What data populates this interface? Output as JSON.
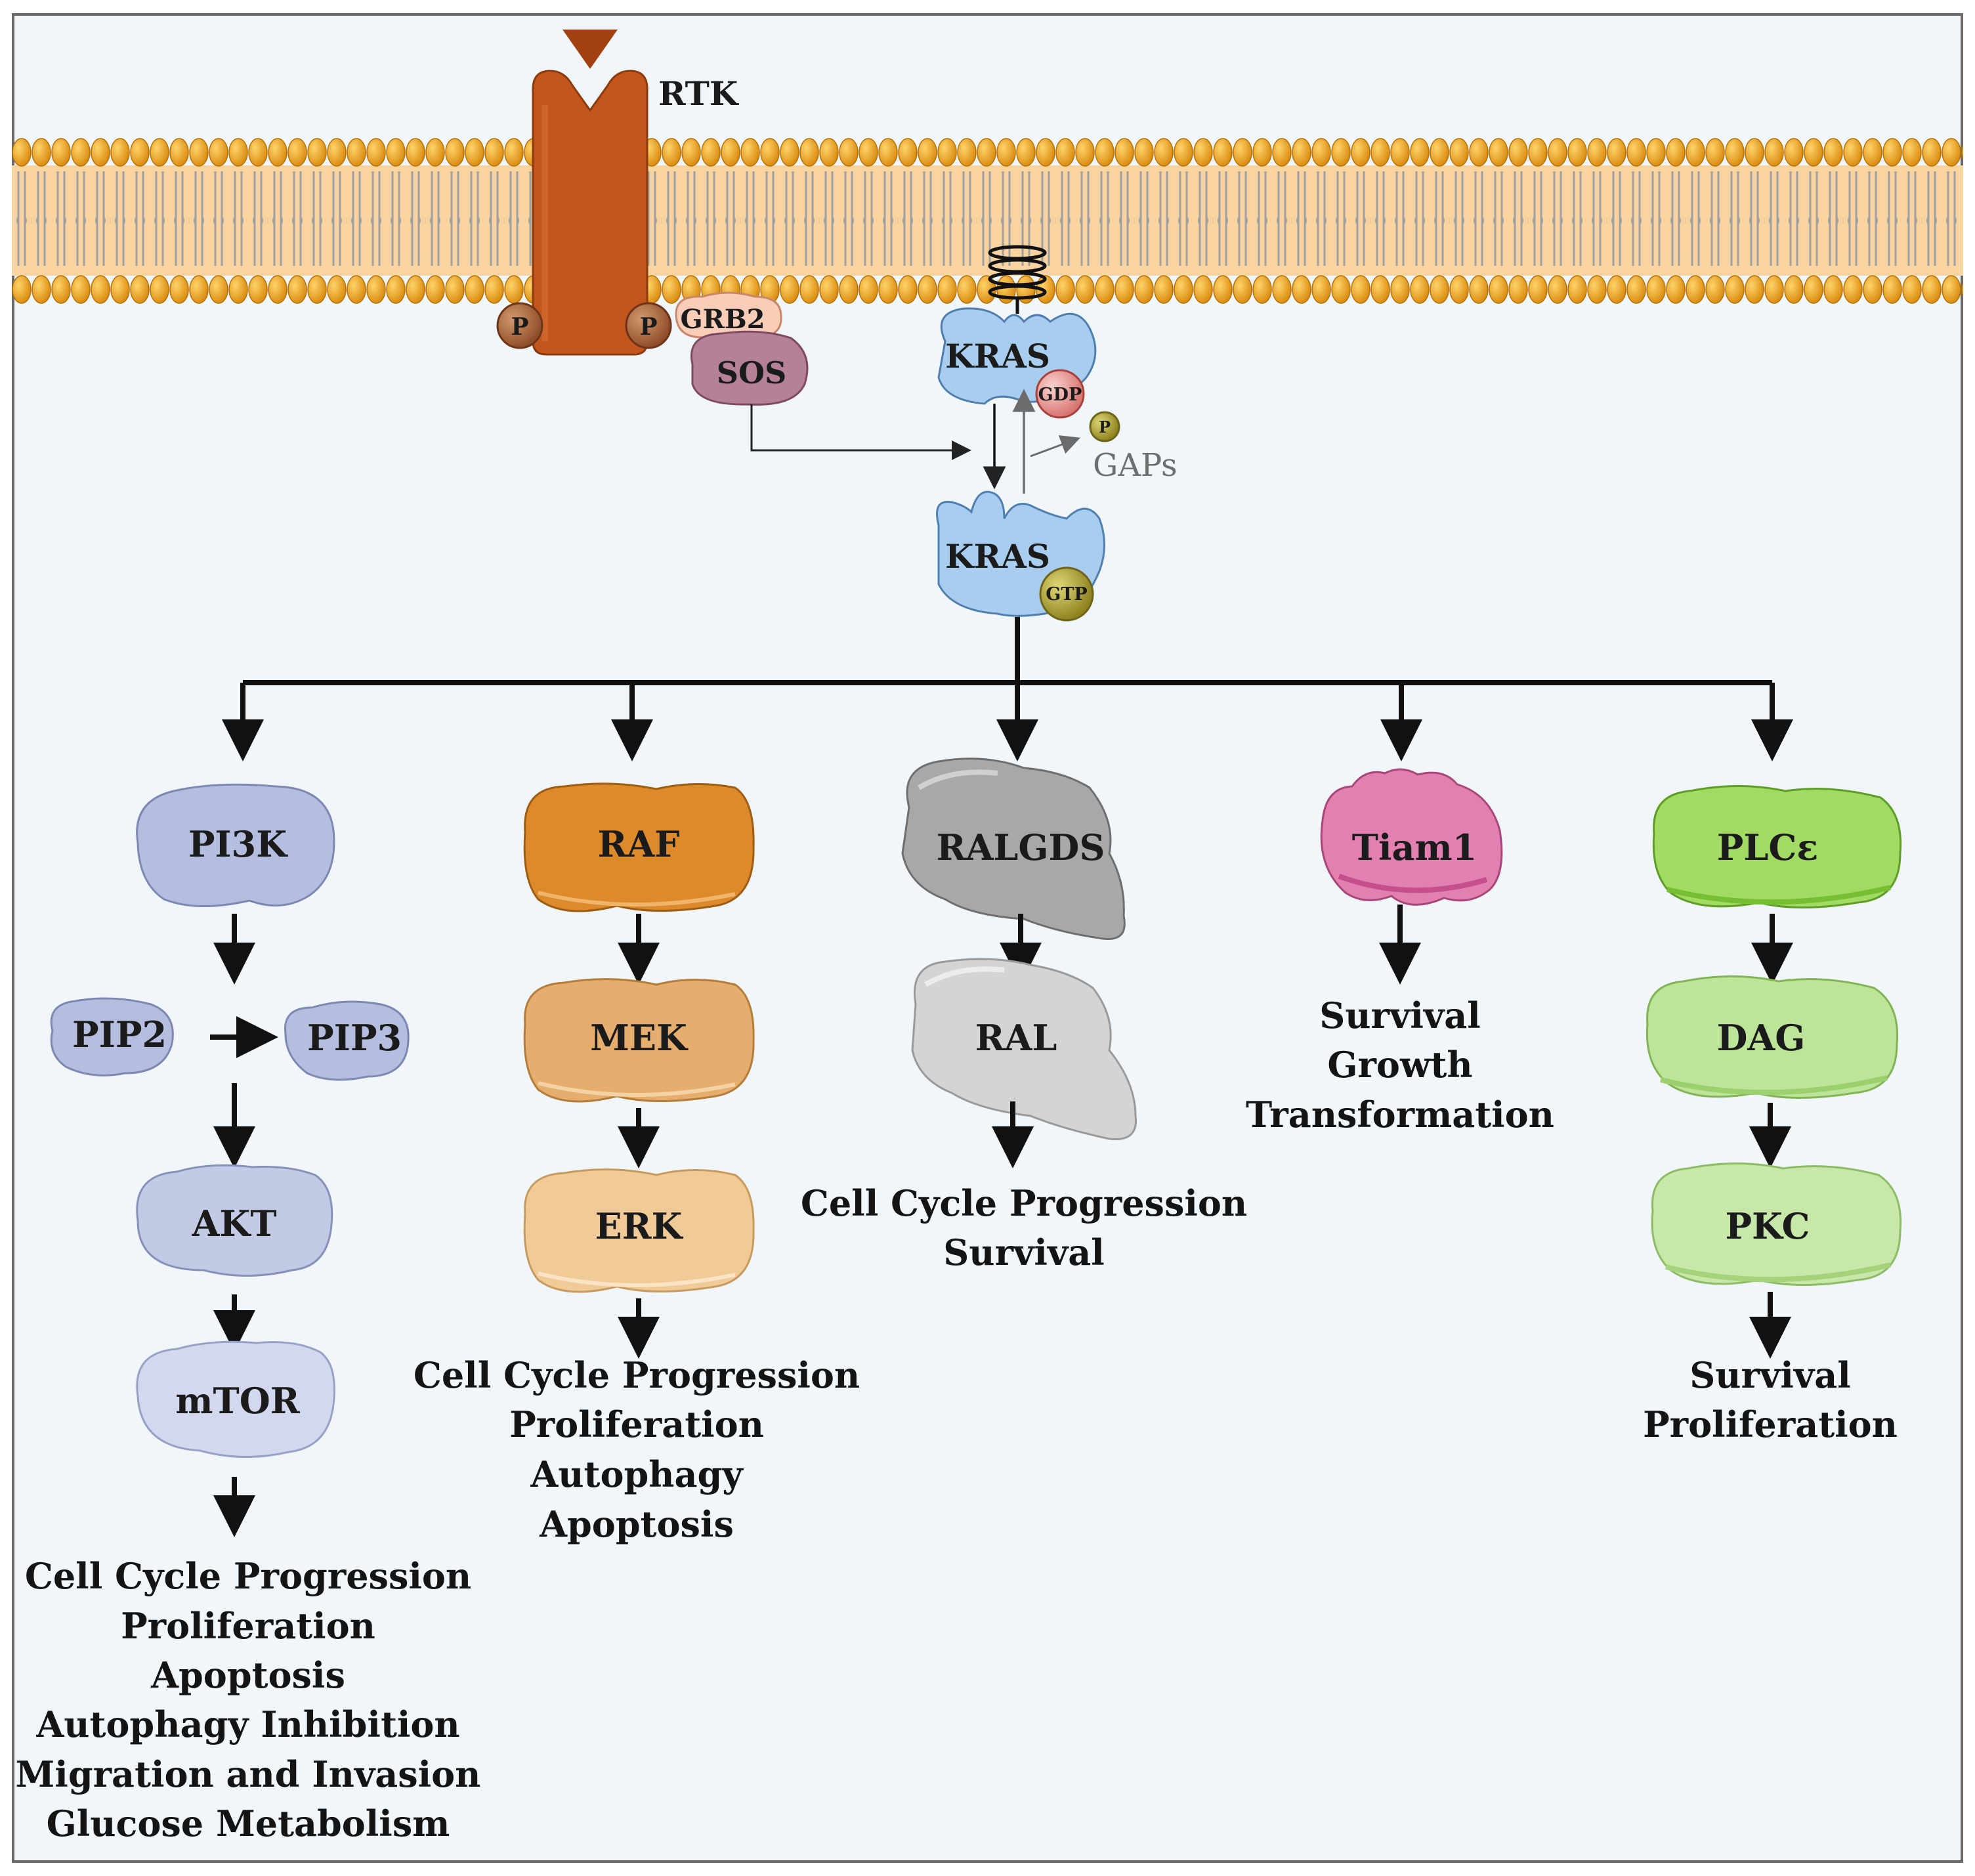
{
  "receptor": {
    "label": "RTK",
    "phospho_left": "P",
    "phospho_right": "P"
  },
  "adaptors": {
    "grb2": "GRB2",
    "sos": "SOS"
  },
  "kras_gdp": {
    "label": "KRAS",
    "nucleotide": "GDP"
  },
  "kras_gtp": {
    "label": "KRAS",
    "nucleotide": "GTP"
  },
  "gaps": {
    "label": "GAPs",
    "phosphate": "P"
  },
  "pathways": {
    "pi3k": {
      "nodes": [
        "PI3K",
        "AKT",
        "mTOR"
      ],
      "pip2": "PIP2",
      "pip3": "PIP3",
      "outcomes": [
        "Cell Cycle Progression",
        "Proliferation",
        "Apoptosis",
        "Autophagy Inhibition",
        "Migration and Invasion",
        "Glucose Metabolism"
      ]
    },
    "raf": {
      "nodes": [
        "RAF",
        "MEK",
        "ERK"
      ],
      "outcomes": [
        "Cell Cycle Progression",
        "Proliferation",
        "Autophagy",
        "Apoptosis"
      ]
    },
    "ralgds": {
      "nodes": [
        "RALGDS",
        "RAL"
      ],
      "outcomes": [
        "Cell Cycle Progression",
        "Survival"
      ]
    },
    "tiam1": {
      "nodes": [
        "Tiam1"
      ],
      "outcomes": [
        "Survival",
        "Growth",
        "Transformation"
      ]
    },
    "plc": {
      "nodes": [
        "PLCε",
        "DAG",
        "PKC"
      ],
      "outcomes": [
        "Survival",
        "Proliferation"
      ]
    }
  },
  "colors": {
    "background": "#f1f6fa",
    "membrane_head": "#f0a21a",
    "membrane_core": "#f9d4a0",
    "rtk": "#c3561c",
    "kras": "#a9cdee",
    "gtp": "#b3a533",
    "gdp": "#f2a5a2",
    "pi3k": "#b5bedf",
    "raf": "#dc8a2b",
    "mek": "#e5ad6e",
    "erk": "#f0cb98",
    "ralgds": "#a8a8a8",
    "ral": "#d4d4d4",
    "tiam1": "#e180b1",
    "plc": "#a1db64",
    "dag": "#bde59a",
    "pkc": "#c7e8a8"
  }
}
